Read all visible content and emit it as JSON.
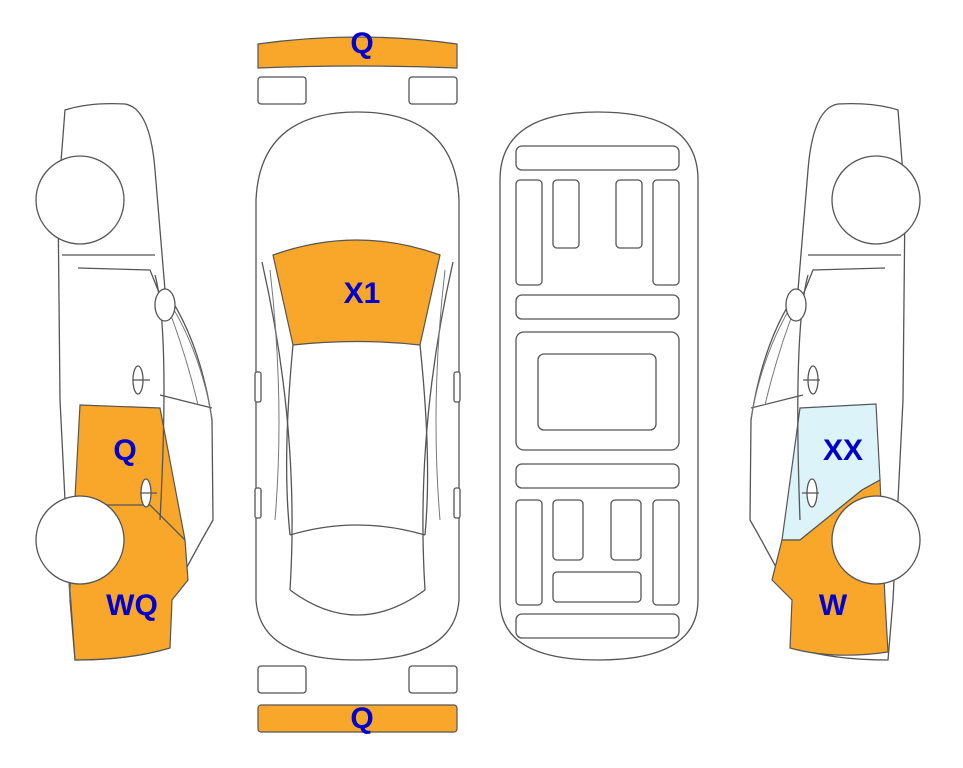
{
  "colors": {
    "damage_orange": "#F9A72A",
    "damage_light_blue": "#DDF3FA",
    "label_blue": "#0000CC",
    "outline": "#555555"
  },
  "marks": {
    "front_bumper": "Q",
    "rear_bumper": "Q",
    "hood": "X1",
    "left_front_door": "Q",
    "left_front_fender": "WQ",
    "right_front_door": "XX",
    "right_front_fender": "W"
  }
}
